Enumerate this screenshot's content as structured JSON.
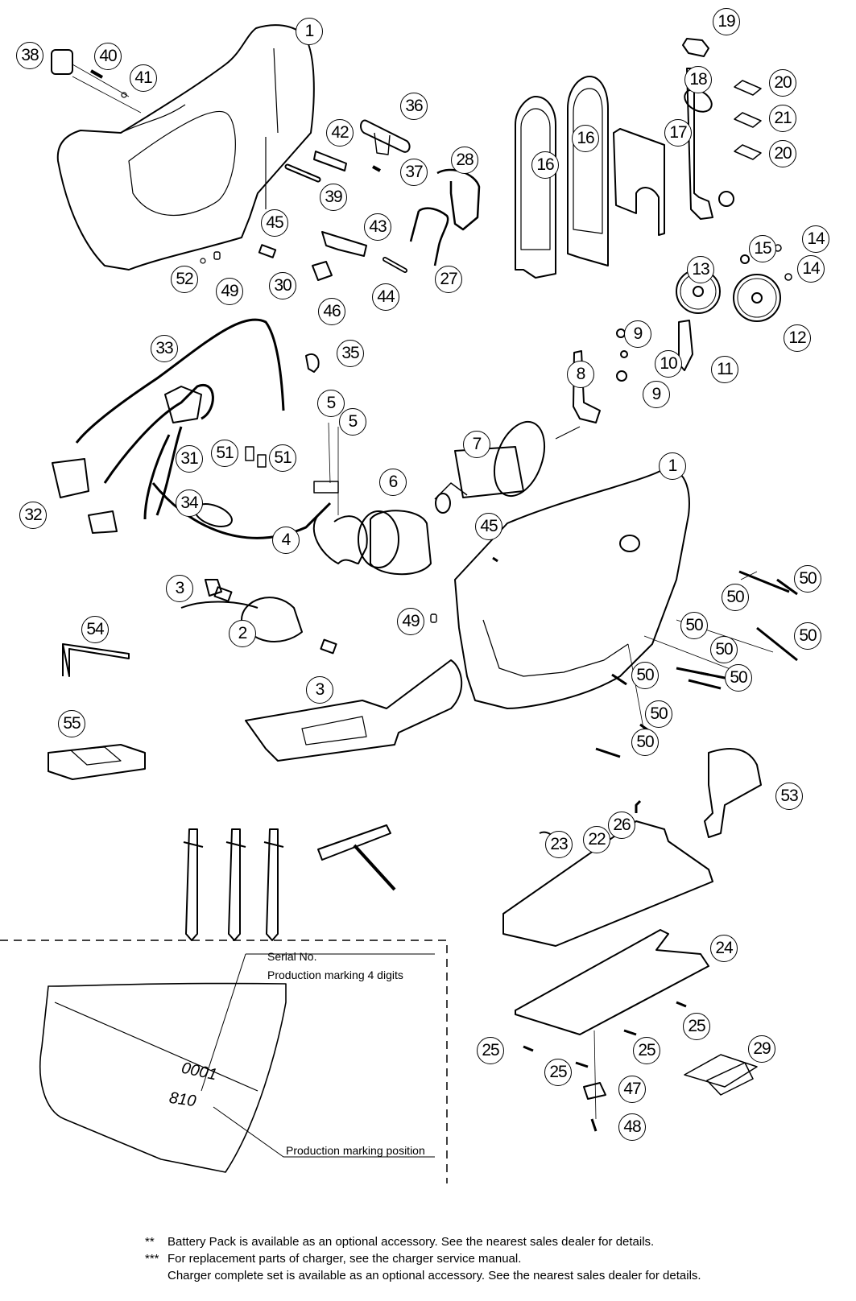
{
  "callouts": {
    "c1a": "1",
    "c38": "38",
    "c40": "40",
    "c41": "41",
    "c36": "36",
    "c37": "37",
    "c42": "42",
    "c39": "39",
    "c45a": "45",
    "c43": "43",
    "c52": "52",
    "c49a": "49",
    "c30": "30",
    "c44": "44",
    "c46": "46",
    "c28": "28",
    "c27": "27",
    "c19": "19",
    "c18": "18",
    "c20a": "20",
    "c21": "21",
    "c20b": "20",
    "c16a": "16",
    "c16b": "16",
    "c17": "17",
    "c15": "15",
    "c14a": "14",
    "c14b": "14",
    "c13": "13",
    "c12": "12",
    "c9a": "9",
    "c10": "10",
    "c11": "11",
    "c8": "8",
    "c9b": "9",
    "c33": "33",
    "c35": "35",
    "c5a": "5",
    "c5b": "5",
    "c31": "31",
    "c51a": "51",
    "c51b": "51",
    "c32": "32",
    "c34": "34",
    "c7": "7",
    "c6": "6",
    "c1b": "1",
    "c45b": "45",
    "c4": "4",
    "c3a": "3",
    "c2": "2",
    "c3b": "3",
    "c54": "54",
    "c49b": "49",
    "c50a": "50",
    "c50b": "50",
    "c50c": "50",
    "c50d": "50",
    "c50e": "50",
    "c50f": "50",
    "c50g": "50",
    "c50h": "50",
    "c50i": "50",
    "c55": "55",
    "c53": "53",
    "c26": "26",
    "c23": "23",
    "c22": "22",
    "c24": "24",
    "c25a": "25",
    "c25b": "25",
    "c25c": "25",
    "c25d": "25",
    "c29": "29",
    "c47": "47",
    "c48": "48"
  },
  "inset": {
    "serial_label": "Serial No.",
    "production_4digits": "Production marking 4 digits",
    "serial_value": "0001",
    "production_value": "810",
    "production_position": "Production marking position"
  },
  "notes": [
    {
      "prefix": "**",
      "text": "Battery Pack is available as an optional accessory.  See the nearest sales dealer for details."
    },
    {
      "prefix": "***",
      "text": "For replacement parts of charger, see the charger service manual."
    },
    {
      "prefix": "",
      "text": "Charger complete set is available as an optional accessory.  See the nearest sales dealer for details."
    }
  ]
}
